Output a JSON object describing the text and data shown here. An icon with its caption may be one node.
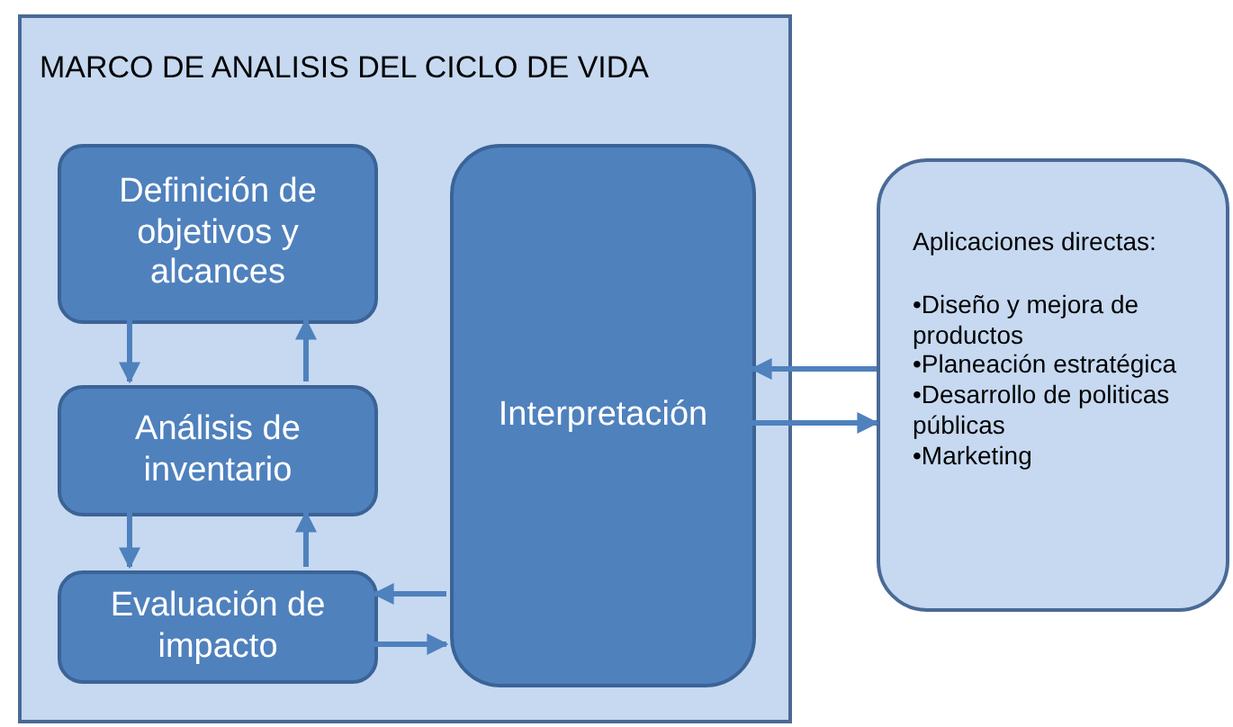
{
  "diagram": {
    "nodes": [
      {
        "text": [
          "MARCO DE ANALISIS DEL CICLO DE VIDA"
        ]
      },
      {
        "text": [
          "Definición de objetivos y alcances"
        ],
        "in": 0
      },
      {
        "text": [
          "Análisis de inventario"
        ],
        "in": 0
      },
      {
        "text": [
          "Evaluación de impacto"
        ],
        "in": 0
      },
      {
        "text": [
          "Interpretación"
        ],
        "in": 0
      },
      {
        "text": [
          "Aplicaciones directas:",
          "•Diseño y mejora de productos",
          "•Planeación estratégica",
          "•Desarrollo de politicas públicas",
          "•Marketing"
        ]
      }
    ],
    "edges": [
      {
        "from": 1,
        "to": 2,
        "arrow": "to"
      },
      {
        "from": 2,
        "to": 1,
        "arrow": "to"
      },
      {
        "from": 2,
        "to": 3,
        "arrow": "to"
      },
      {
        "from": 3,
        "to": 2,
        "arrow": "to"
      },
      {
        "from": 4,
        "to": 3,
        "arrow": "to"
      },
      {
        "from": 3,
        "to": 4,
        "arrow": "to"
      },
      {
        "from": 5,
        "to": 4,
        "arrow": "to"
      },
      {
        "from": 4,
        "to": 5,
        "arrow": "to"
      }
    ]
  }
}
